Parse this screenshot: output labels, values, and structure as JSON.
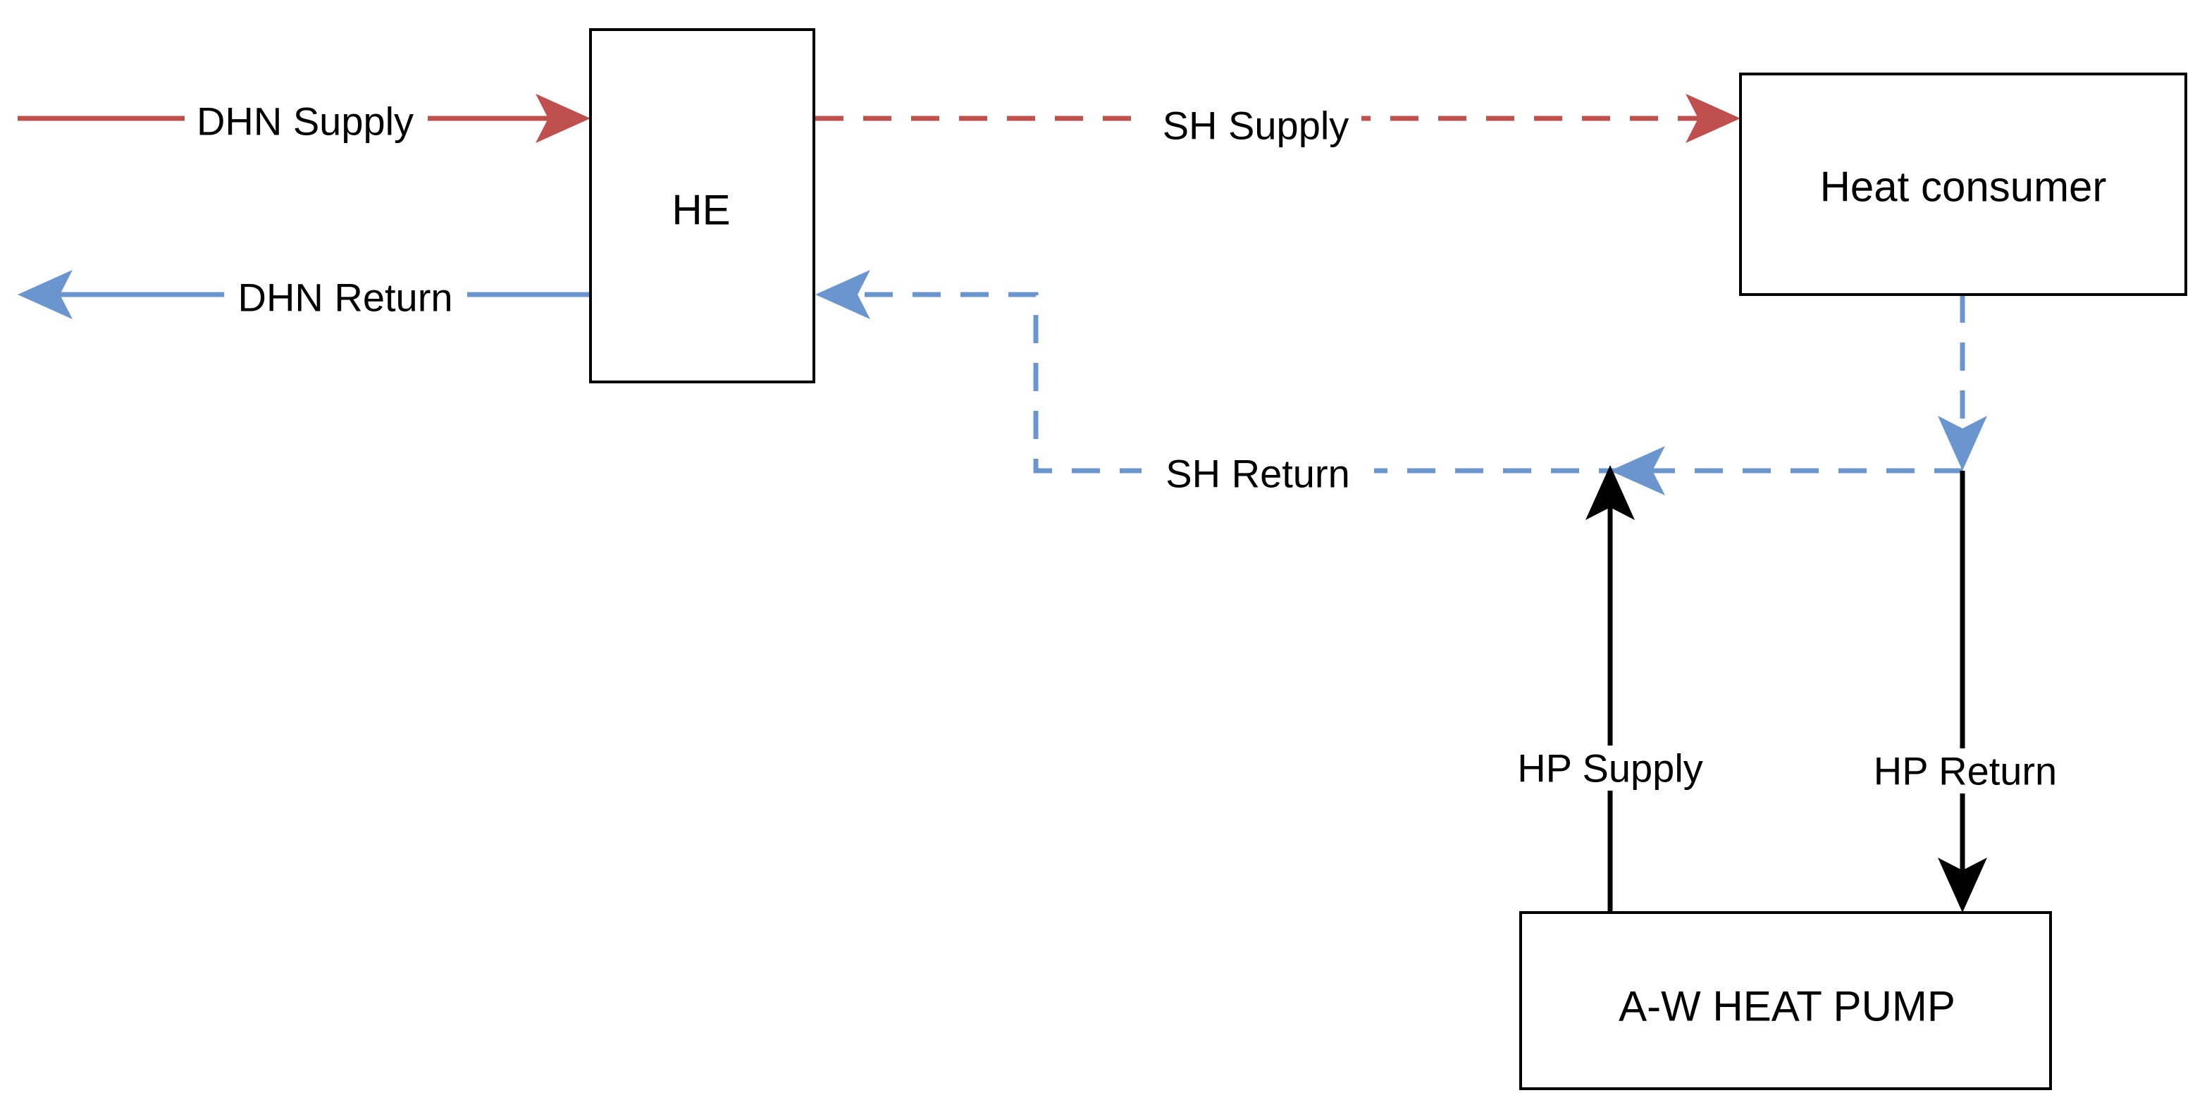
{
  "nodes": {
    "he": {
      "label": "HE"
    },
    "heat_consumer": {
      "label": "Heat consumer"
    },
    "heat_pump": {
      "label": "A-W HEAT PUMP"
    }
  },
  "edges": {
    "dhn_supply": {
      "label": "DHN Supply",
      "color": "#c0504d",
      "style": "solid"
    },
    "dhn_return": {
      "label": "DHN Return",
      "color": "#6a95cf",
      "style": "solid"
    },
    "sh_supply": {
      "label": "SH Supply",
      "color": "#c0504d",
      "style": "dashed"
    },
    "sh_return": {
      "label": "SH Return",
      "color": "#6a95cf",
      "style": "dashed"
    },
    "hp_supply": {
      "label": "HP Supply",
      "color": "#000000",
      "style": "solid"
    },
    "hp_return": {
      "label": "HP Return",
      "color": "#000000",
      "style": "solid"
    }
  }
}
